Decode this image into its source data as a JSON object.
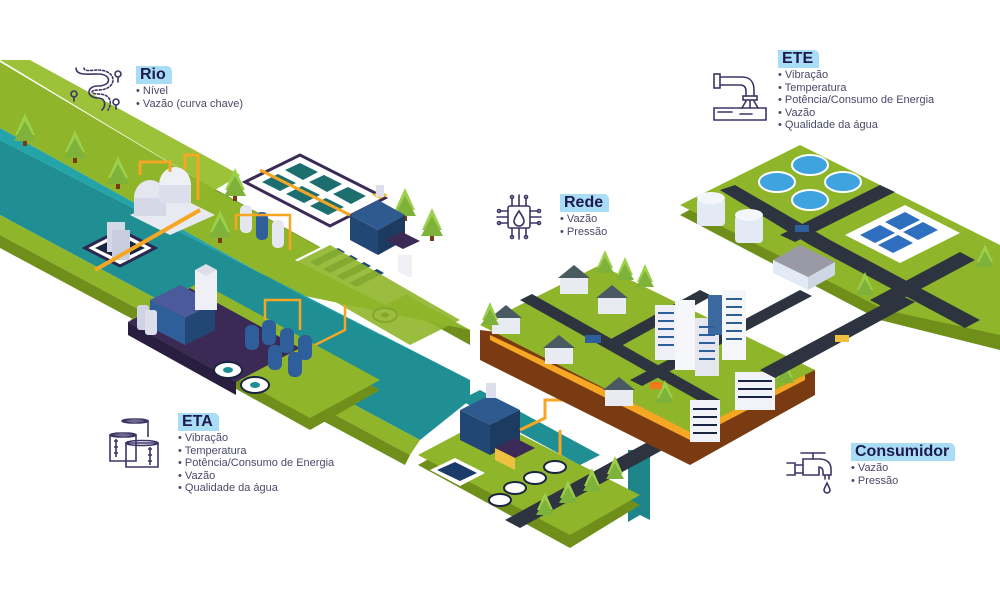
{
  "title": "Water cycle monitoring infographic",
  "colors": {
    "badge_bg": "#a9dcf5",
    "badge_text": "#1e1a4d",
    "item_text": "#4a4a6a",
    "icon_stroke": "#3b3566",
    "grass_top": "#8fb52a",
    "grass_side": "#6f8f1a",
    "water": "#1f8f94",
    "road": "#2d3440",
    "pipe": "#f5a623",
    "soil": "#7a3a12"
  },
  "callouts": {
    "rio": {
      "icon": "river-icon",
      "label": "Rio",
      "items": [
        "Nível",
        "Vazão (curva chave)"
      ]
    },
    "ete": {
      "icon": "pipe-outflow-icon",
      "label": "ETE",
      "items": [
        "Vibração",
        "Temperatura",
        "Potência/Consumo de Energia",
        "Vazão",
        "Qualidade da água"
      ]
    },
    "rede": {
      "icon": "circuit-water-drop-icon",
      "label": "Rede",
      "items": [
        "Vazão",
        "Pressão"
      ]
    },
    "eta": {
      "icon": "storage-tanks-icon",
      "label": "ETA",
      "items": [
        "Vibração",
        "Temperatura",
        "Potência/Consumo de Energia",
        "Vazão",
        "Qualidade da água"
      ]
    },
    "consumidor": {
      "icon": "faucet-icon",
      "label": "Consumidor",
      "items": [
        "Vazão",
        "Pressão"
      ]
    }
  }
}
